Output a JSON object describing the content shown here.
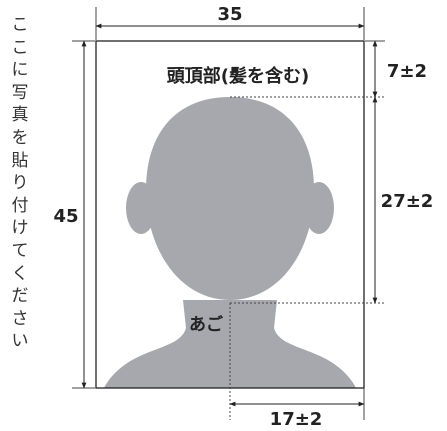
{
  "side_note": [
    "こ",
    "こ",
    "に",
    "写",
    "真",
    "を",
    "貼",
    "り",
    "付",
    "け",
    "て",
    "く",
    "だ",
    "さ",
    "い"
  ],
  "labels": {
    "width": "35",
    "height": "45",
    "crown": "頭頂部(髪を含む)",
    "top_margin": "7±2",
    "face": "27±2",
    "chin": "あご",
    "center": "17±2"
  },
  "colors": {
    "silhouette": "#a7a8ae",
    "line": "#222222",
    "dotted": "#444444"
  }
}
